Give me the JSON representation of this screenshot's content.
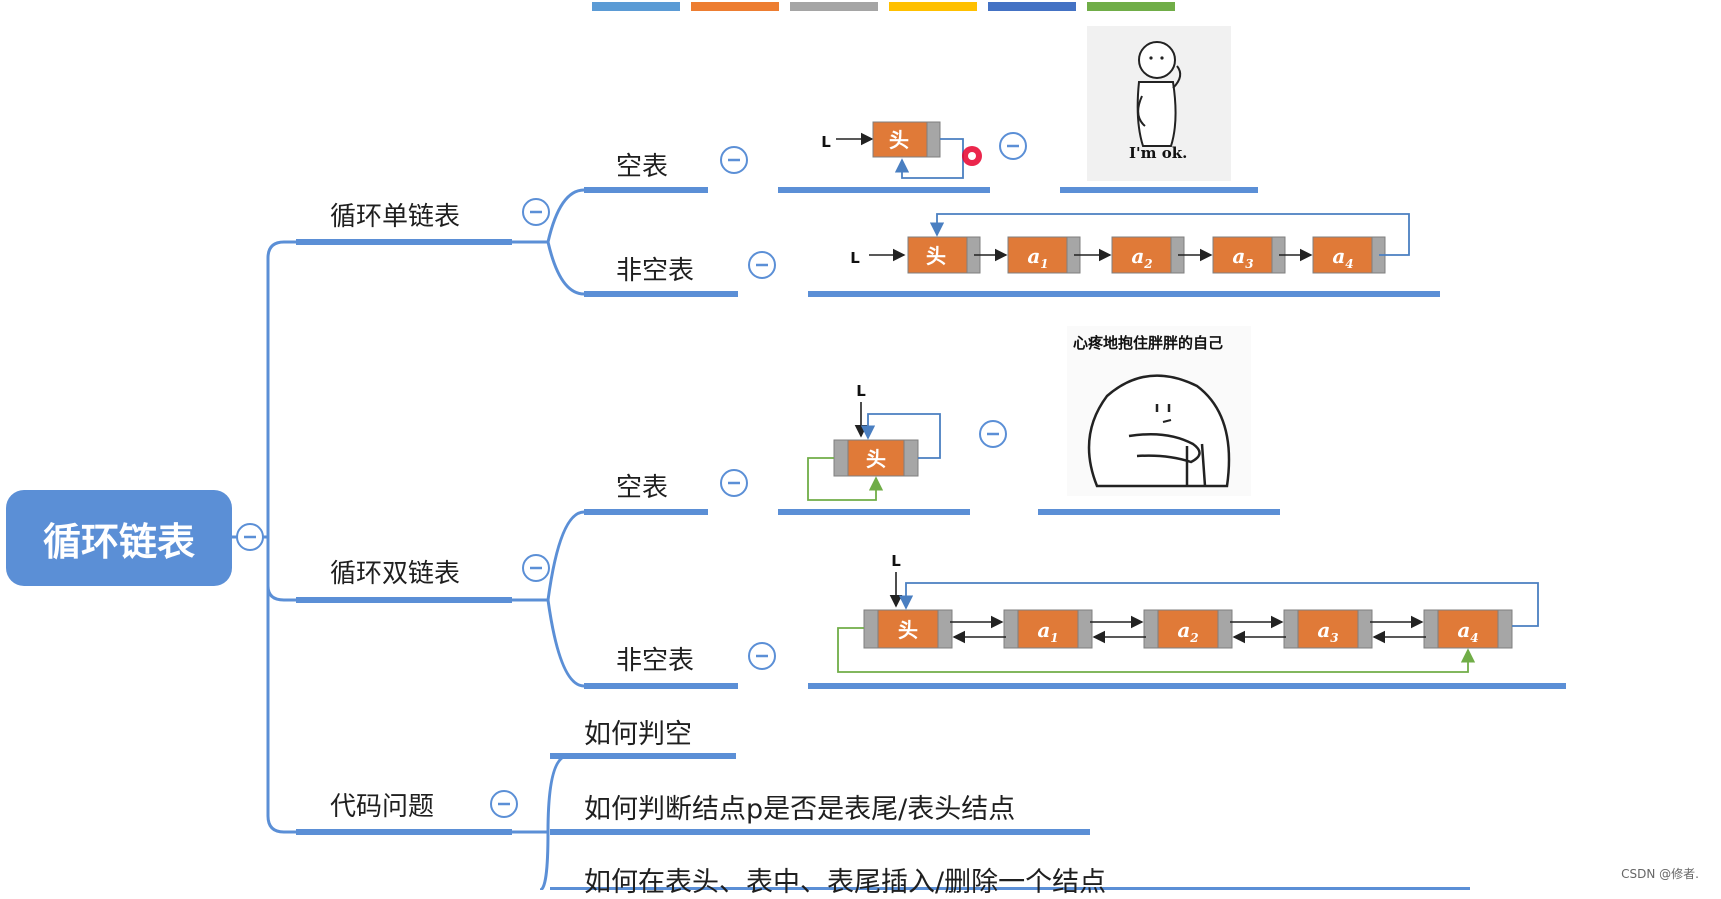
{
  "legend_colors": [
    "#5b9bd5",
    "#ed7d31",
    "#a5a5a5",
    "#ffc000",
    "#4472c4",
    "#70ad47"
  ],
  "colors": {
    "branch": "#5b8fd6",
    "node": "#e07a38",
    "node_cap": "#a6a6a6",
    "arrow": "#222222",
    "green_link": "#70ad47",
    "collapse": "#5b8fd6"
  },
  "root": {
    "label": "循环链表"
  },
  "branches": [
    {
      "label": "循环单链表",
      "children": [
        {
          "label": "空表"
        },
        {
          "label": "非空表"
        }
      ]
    },
    {
      "label": "循环双链表",
      "children": [
        {
          "label": "空表"
        },
        {
          "label": "非空表"
        }
      ]
    },
    {
      "label": "代码问题",
      "children": [
        {
          "label": "如何判空"
        },
        {
          "label": "如何判断结点p是否是表尾/表头结点"
        },
        {
          "label": "如何在表头、表中、表尾插入/删除一个结点"
        }
      ]
    }
  ],
  "diagrams": {
    "pointer": "L",
    "head": "头",
    "single_nodes": [
      {
        "base": "a",
        "sub": "1"
      },
      {
        "base": "a",
        "sub": "2"
      },
      {
        "base": "a",
        "sub": "3"
      },
      {
        "base": "a",
        "sub": "4"
      }
    ],
    "double_nodes": [
      {
        "base": "a",
        "sub": "1"
      },
      {
        "base": "a",
        "sub": "2"
      },
      {
        "base": "a",
        "sub": "3"
      },
      {
        "base": "a",
        "sub": "4"
      }
    ]
  },
  "memes": {
    "ok": {
      "caption": "I'm ok."
    },
    "hug": {
      "caption": "心疼地抱住胖胖的自己"
    }
  },
  "footer": "CSDN @修者."
}
